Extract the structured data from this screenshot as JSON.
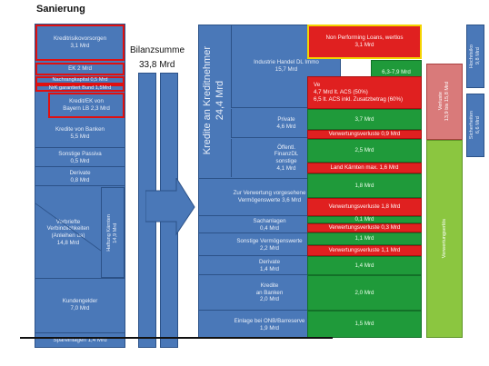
{
  "title": "Sanierung",
  "bilanz": {
    "label": "Bilanzsumme",
    "value": "33,8 Mrd"
  },
  "kredite_label": "Kredite an Kreditnehmer",
  "kredite_value": "24,4 Mrd",
  "left": {
    "kreditrisiko": "Kreditrisikovorsorgen",
    "kreditrisiko_val": "3,1 Mrd",
    "ek": "EK 2 Mrd",
    "nachrang": "Nachrangkapital 0,5 Mrd",
    "nrk": "NrK garantiert Bund 1,5Mrd",
    "kredit_ek": "Kredit/EK von",
    "kredit_ek_val": "Bayern LB 2,3 Mrd",
    "banken": "Kredite von Banken",
    "banken_val": "5,5 Mrd",
    "passiva": "Sonstige Passiva",
    "passiva_val": "0,5 Mrd",
    "derivate": "Derivate",
    "derivate_val": "0,8 Mrd",
    "verbr": "Verbriefte",
    "verbr2": "Verbindlichkeiten",
    "verbr3": "(Anleihen ua)",
    "verbr_val": "14,8 Mrd",
    "haftung": "Haftung Kärnten",
    "haftung_val": "14,9 Mrd",
    "kundengelder": "Kundengelder",
    "kundengelder_val": "7,0 Mrd",
    "spareinlagen": "Spareinlagen 1,4 Mrd"
  },
  "right": {
    "industrie": "Industrie Handel DL Immo",
    "industrie_val": "15,7 Mrd",
    "private": "Private",
    "private_val": "4,6 Mrd",
    "oeff": "Öffentl.",
    "oeff2": "FinanzDL",
    "oeff3": "sonstige",
    "oeff_val": "4,1 Mrd",
    "zurverw": "Zur Verwertung vorgesehene",
    "zurverw2": "Vermögenswerte 3,6 Mrd",
    "sachanlagen": "Sachanlagen",
    "sachanlagen_val": "0,4 Mrd",
    "sonstige": "Sonstige Vermögenswerte",
    "sonstige_val": "2,2 Mrd",
    "derivate": "Derivate",
    "derivate_val": "1,4 Mrd",
    "kredite_banken": "Kredite",
    "kredite_banken2": "an Banken",
    "kredite_banken_val": "2,0 Mrd",
    "einlage": "Einlage bei ONB/Barreserve",
    "einlage_val": "1,9 Mrd"
  },
  "col": {
    "npl": "Non Performing Loans, wertlos",
    "npl_val": "3,1 Mrd",
    "g1": "6,3-7,9 Mrd",
    "ve": "Ve",
    "ve1": "4,7 Mrd lt. ACS (50%)",
    "ve2": "6,5 lt. ACS inkl. Zusatzbetrag (60%)",
    "priv_g": "3,7 Mrd",
    "priv_r": "Verwertungsverluste 0,9 Mrd",
    "oeff_g": "2,5 Mrd",
    "oeff_r": "Land Kärnten max. 1,6 Mrd",
    "zv_g": "1,8 Mrd",
    "zv_r": "Verwertungsverluste 1,8 Mrd",
    "sa_g": "0,1 Mrd",
    "sa_r": "Verwertungsverluste 0,3 Mrd",
    "so_g": "1,1 Mrd",
    "so_r": "Verwertungsverluste 1,1 Mrd",
    "de_g": "1,4 Mrd",
    "kb_g": "2,0 Mrd",
    "ei_g": "1,5 Mrd"
  },
  "side": {
    "verluste": "Verluste",
    "verluste_val": "13,9 bis 15,8 Mrd",
    "verwertungserloes": "Verwertungserlös",
    "hochrisiko": "Hochrisiko",
    "hochrisiko_val": "9,8 Mrd",
    "sicherheiten": "Sicherheiten",
    "sicherheiten_val": "6,6 Mrd"
  }
}
